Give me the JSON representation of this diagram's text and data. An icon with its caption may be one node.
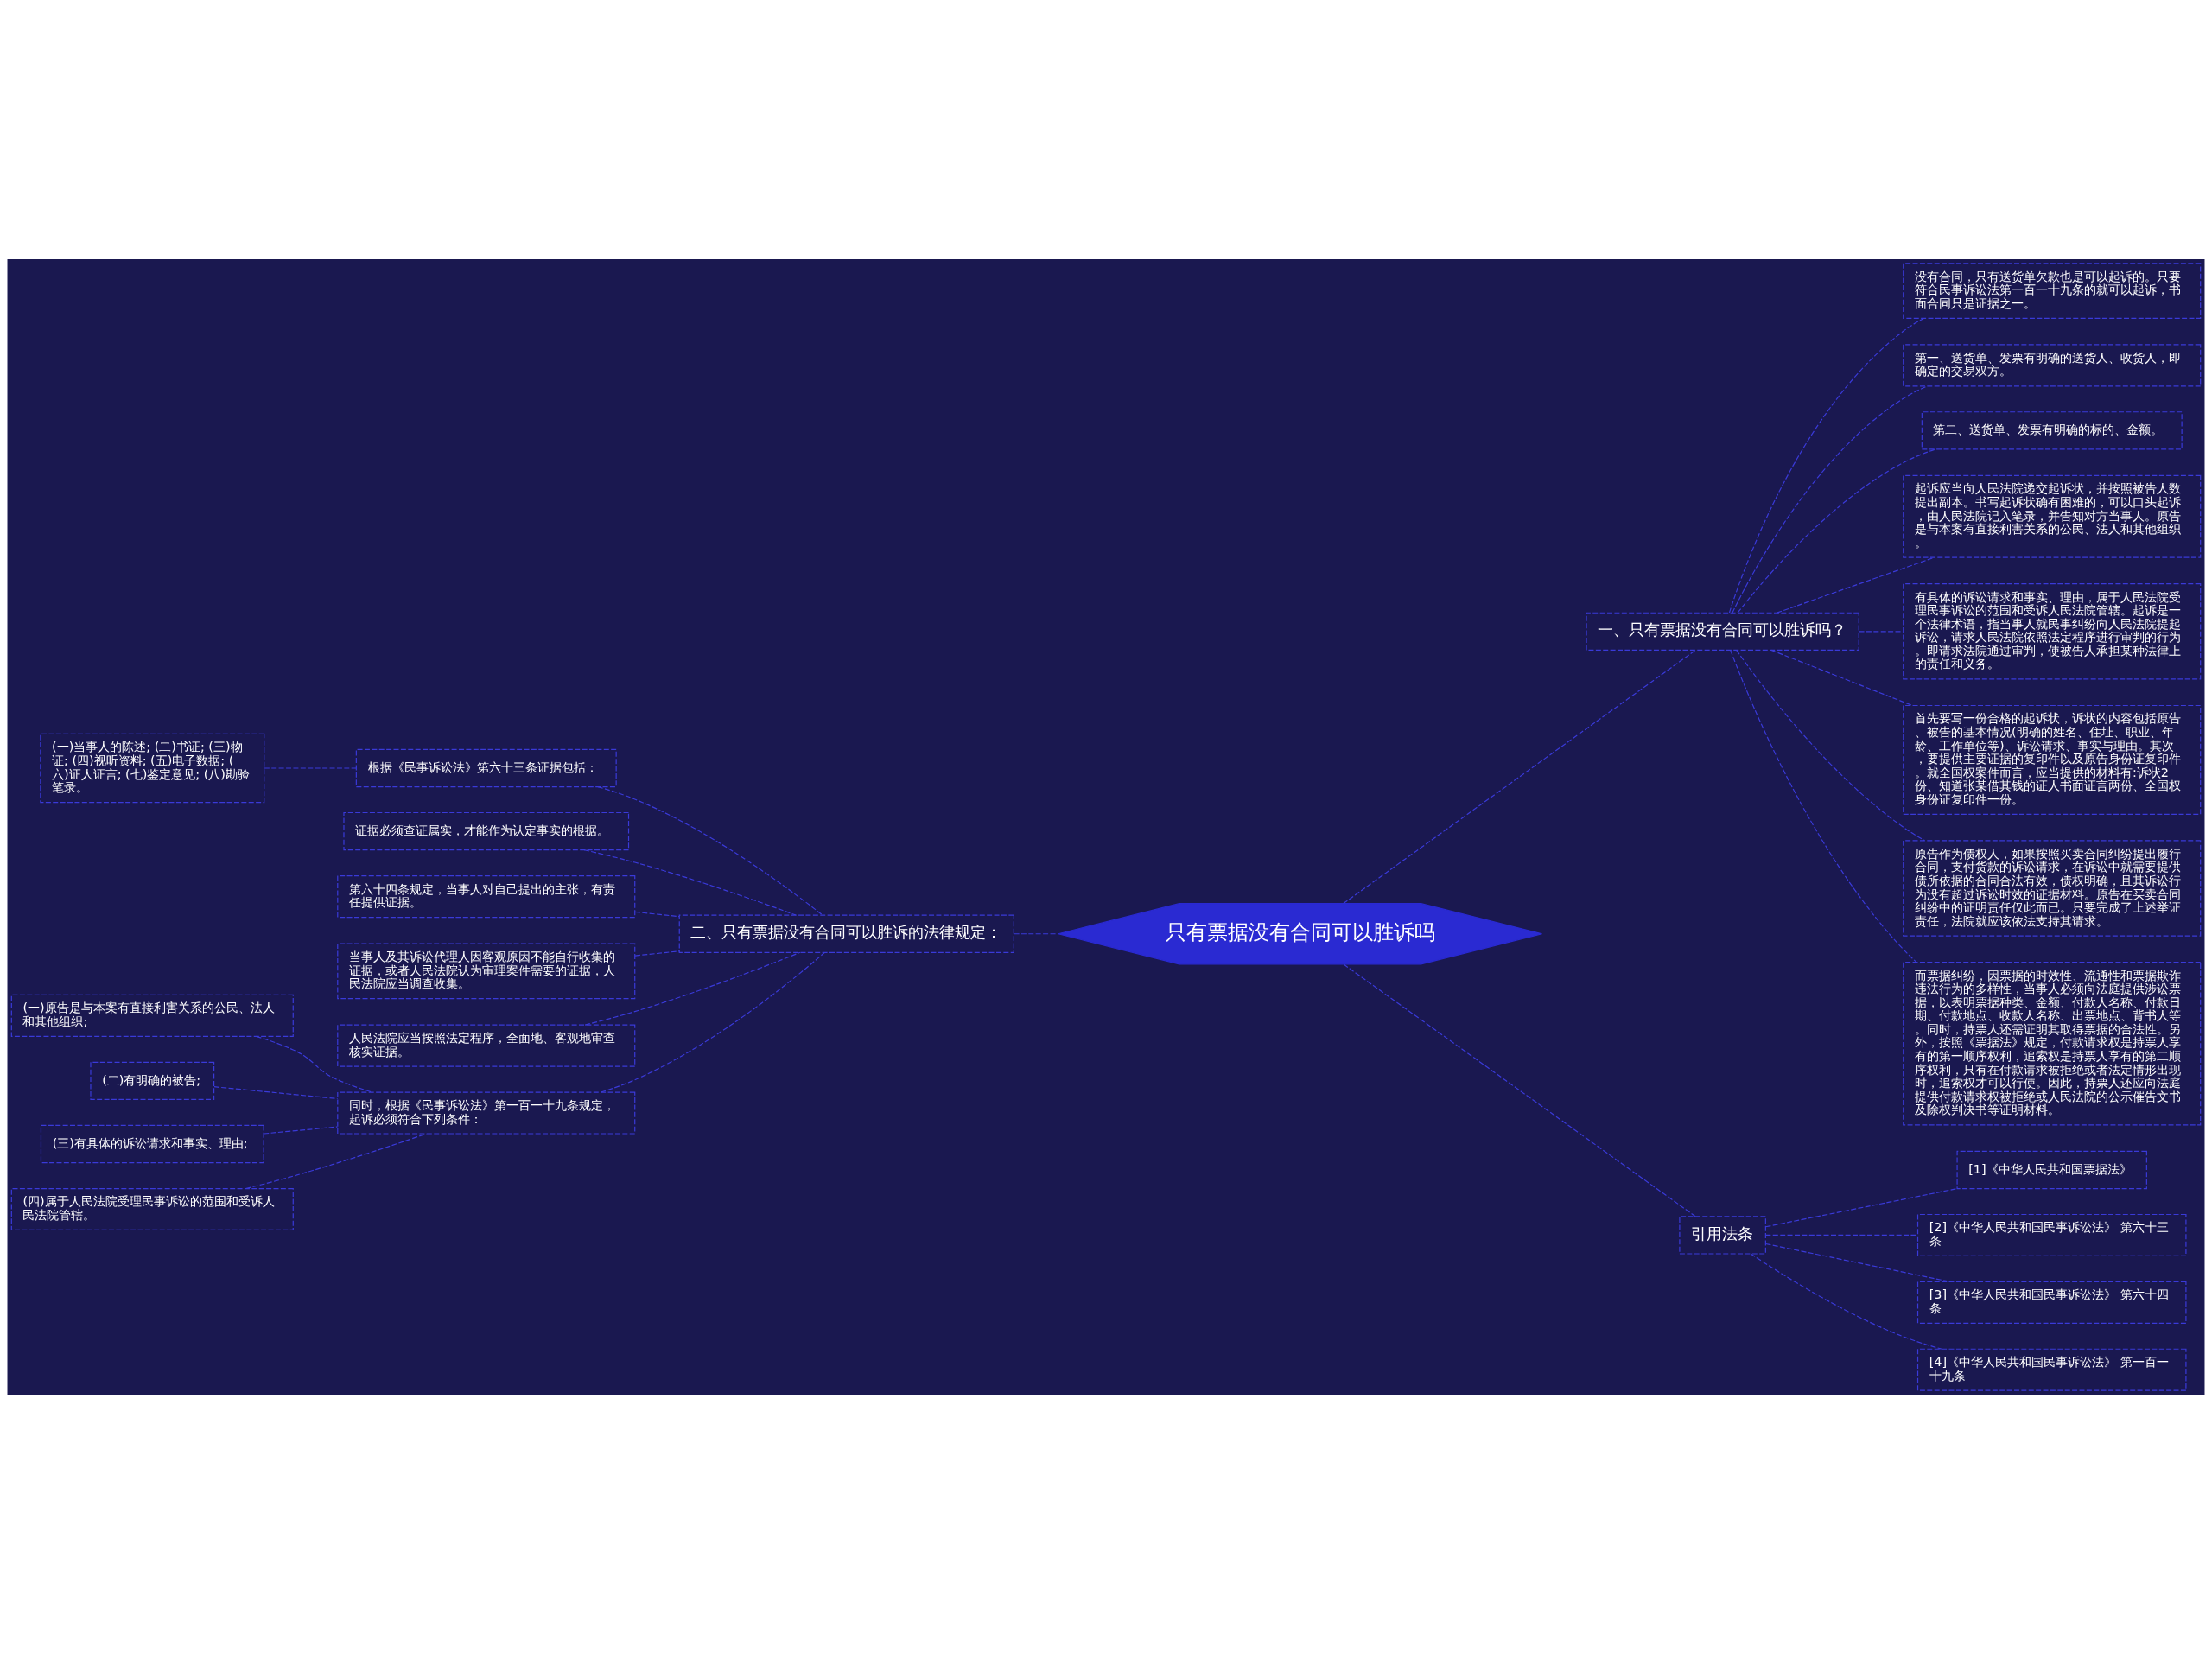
{
  "diagram": {
    "nodes": [
      {
        "text": [
          "只有票据没有合同可以胜诉吗"
        ]
      },
      {
        "text": [
          "一、只有票据没有合同可以胜诉吗？"
        ]
      },
      {
        "text": [
          "没有合同，只有送货单欠款也是可以起诉的。只要符合民事诉讼法第一百一十九条的就可以起诉，书面合同只是证据之一。"
        ]
      },
      {
        "text": [
          "第一、送货单、发票有明确的送货人、收货人，即确定的交易双方。"
        ]
      },
      {
        "text": [
          "第二、送货单、发票有明确的标的、金额。"
        ]
      },
      {
        "text": [
          "起诉应当向人民法院递交起诉状，并按照被告人数提出副本。书写起诉状确有困难的，可以口头起诉，由人民法院记入笔录，并告知对方当事人。原告是与本案有直接利害关系的公民、法人和其他组织。"
        ]
      },
      {
        "text": [
          "有具体的诉讼请求和事实、理由，属于人民法院受理民事诉讼的范围和受诉人民法院管辖。起诉是一个法律术语，指当事人就民事纠纷向人民法院提起诉讼，请求人民法院依照法定程序进行审判的行为。即请求法院通过审判，使被告人承担某种法律上的责任和义务。"
        ]
      },
      {
        "text": [
          "首先要写一份合格的起诉状，诉状的内容包括原告、被告的基本情况(明确的姓名、住址、职业、年龄、工作单位等)、诉讼请求、事实与理由。其次，要提供主要证据的复印件以及原告身份证复印件。就全国权案件而言，应当提供的材料有:诉状2份、知道张某借其钱的证人书面证言两份、全国权身份证复印件一份。"
        ]
      },
      {
        "text": [
          "原告作为债权人，如果按照买卖合同纠纷提出履行合同，支付货款的诉讼请求，在诉讼中就需要提供债所依据的合同合法有效，债权明确，且其诉讼行为没有超过诉讼时效的证据材料。原告在买卖合同纠纷中的证明责任仅此而已。只要完成了上述举证责任，法院就应该依法支持其请求。"
        ]
      },
      {
        "text": [
          "而票据纠纷，因票据的时效性、流通性和票据欺诈违法行为的多样性，当事人必须向法庭提供涉讼票据，以表明票据种类、金额、付款人名称、付款日期、付款地点、收款人名称、出票地点、背书人等。同时，持票人还需证明其取得票据的合法性。另外，按照《票据法》规定，付款请求权是持票人享有的第一顺序权利，追索权是持票人享有的第二顺序权利，只有在付款请求被拒绝或者法定情形出现时，追索权才可以行使。因此，持票人还应向法庭提供付款请求权被拒绝或人民法院的公示催告文书及除权判决书等证明材料。"
        ]
      },
      {
        "text": [
          "引用法条"
        ]
      },
      {
        "text": [
          "[1]《中华人民共和国票据法》"
        ]
      },
      {
        "text": [
          "[2]《中华人民共和国民事诉讼法》 第六十三条"
        ]
      },
      {
        "text": [
          "[3]《中华人民共和国民事诉讼法》 第六十四条"
        ]
      },
      {
        "text": [
          "[4]《中华人民共和国民事诉讼法》 第一百一十九条"
        ]
      },
      {
        "text": [
          "二、只有票据没有合同可以胜诉的法律规定："
        ]
      },
      {
        "text": [
          "根据《民事诉讼法》第六十三条证据包括："
        ]
      },
      {
        "text": [
          "(一)当事人的陈述; (二)书证; (三)物证; (四)视听资料; (五)电子数据; (六)证人证言; (七)鉴定意见; (八)勘验笔录。"
        ]
      },
      {
        "text": [
          "证据必须查证属实，才能作为认定事实的根据。"
        ]
      },
      {
        "text": [
          "第六十四条规定，当事人对自己提出的主张，有责任提供证据。"
        ]
      },
      {
        "text": [
          "当事人及其诉讼代理人因客观原因不能自行收集的证据，或者人民法院认为审理案件需要的证据，人民法院应当调查收集。"
        ]
      },
      {
        "text": [
          "人民法院应当按照法定程序，全面地、客观地审查核实证据。"
        ]
      },
      {
        "text": [
          "同时，根据《民事诉讼法》第一百一十九条规定，起诉必须符合下列条件："
        ]
      },
      {
        "text": [
          "(一)原告是与本案有直接利害关系的公民、法人和其他组织;"
        ]
      },
      {
        "text": [
          "(二)有明确的被告;"
        ]
      },
      {
        "text": [
          "(三)有具体的诉讼请求和事实、理由;"
        ]
      },
      {
        "text": [
          "(四)属于人民法院受理民事诉讼的范围和受诉人民法院管辖。"
        ]
      }
    ],
    "edges": [
      {
        "from": 0,
        "to": 1,
        "arrow": "none",
        "style": "dashed"
      },
      {
        "from": 1,
        "to": 2,
        "arrow": "none",
        "style": "dashed"
      },
      {
        "from": 1,
        "to": 3,
        "arrow": "none",
        "style": "dashed"
      },
      {
        "from": 1,
        "to": 4,
        "arrow": "none",
        "style": "dashed"
      },
      {
        "from": 1,
        "to": 5,
        "arrow": "none",
        "style": "dashed"
      },
      {
        "from": 1,
        "to": 6,
        "arrow": "none",
        "style": "dashed"
      },
      {
        "from": 1,
        "to": 7,
        "arrow": "none",
        "style": "dashed"
      },
      {
        "from": 1,
        "to": 8,
        "arrow": "none",
        "style": "dashed"
      },
      {
        "from": 1,
        "to": 9,
        "arrow": "none",
        "style": "dashed"
      },
      {
        "from": 0,
        "to": 10,
        "arrow": "none",
        "style": "dashed"
      },
      {
        "from": 10,
        "to": 11,
        "arrow": "none",
        "style": "dashed"
      },
      {
        "from": 10,
        "to": 12,
        "arrow": "none",
        "style": "dashed"
      },
      {
        "from": 10,
        "to": 13,
        "arrow": "none",
        "style": "dashed"
      },
      {
        "from": 10,
        "to": 14,
        "arrow": "none",
        "style": "dashed"
      },
      {
        "from": 0,
        "to": 15,
        "arrow": "none",
        "style": "dashed"
      },
      {
        "from": 15,
        "to": 16,
        "arrow": "none",
        "style": "dashed"
      },
      {
        "from": 16,
        "to": 17,
        "arrow": "none",
        "style": "dashed"
      },
      {
        "from": 15,
        "to": 18,
        "arrow": "none",
        "style": "dashed"
      },
      {
        "from": 15,
        "to": 19,
        "arrow": "none",
        "style": "dashed"
      },
      {
        "from": 15,
        "to": 20,
        "arrow": "none",
        "style": "dashed"
      },
      {
        "from": 15,
        "to": 21,
        "arrow": "none",
        "style": "dashed"
      },
      {
        "from": 15,
        "to": 22,
        "arrow": "none",
        "style": "dashed"
      },
      {
        "from": 22,
        "to": 23,
        "arrow": "none",
        "style": "dashed"
      },
      {
        "from": 22,
        "to": 24,
        "arrow": "none",
        "style": "dashed"
      },
      {
        "from": 22,
        "to": 25,
        "arrow": "none",
        "style": "dashed"
      },
      {
        "from": 22,
        "to": 26,
        "arrow": "none",
        "style": "dashed"
      }
    ]
  }
}
